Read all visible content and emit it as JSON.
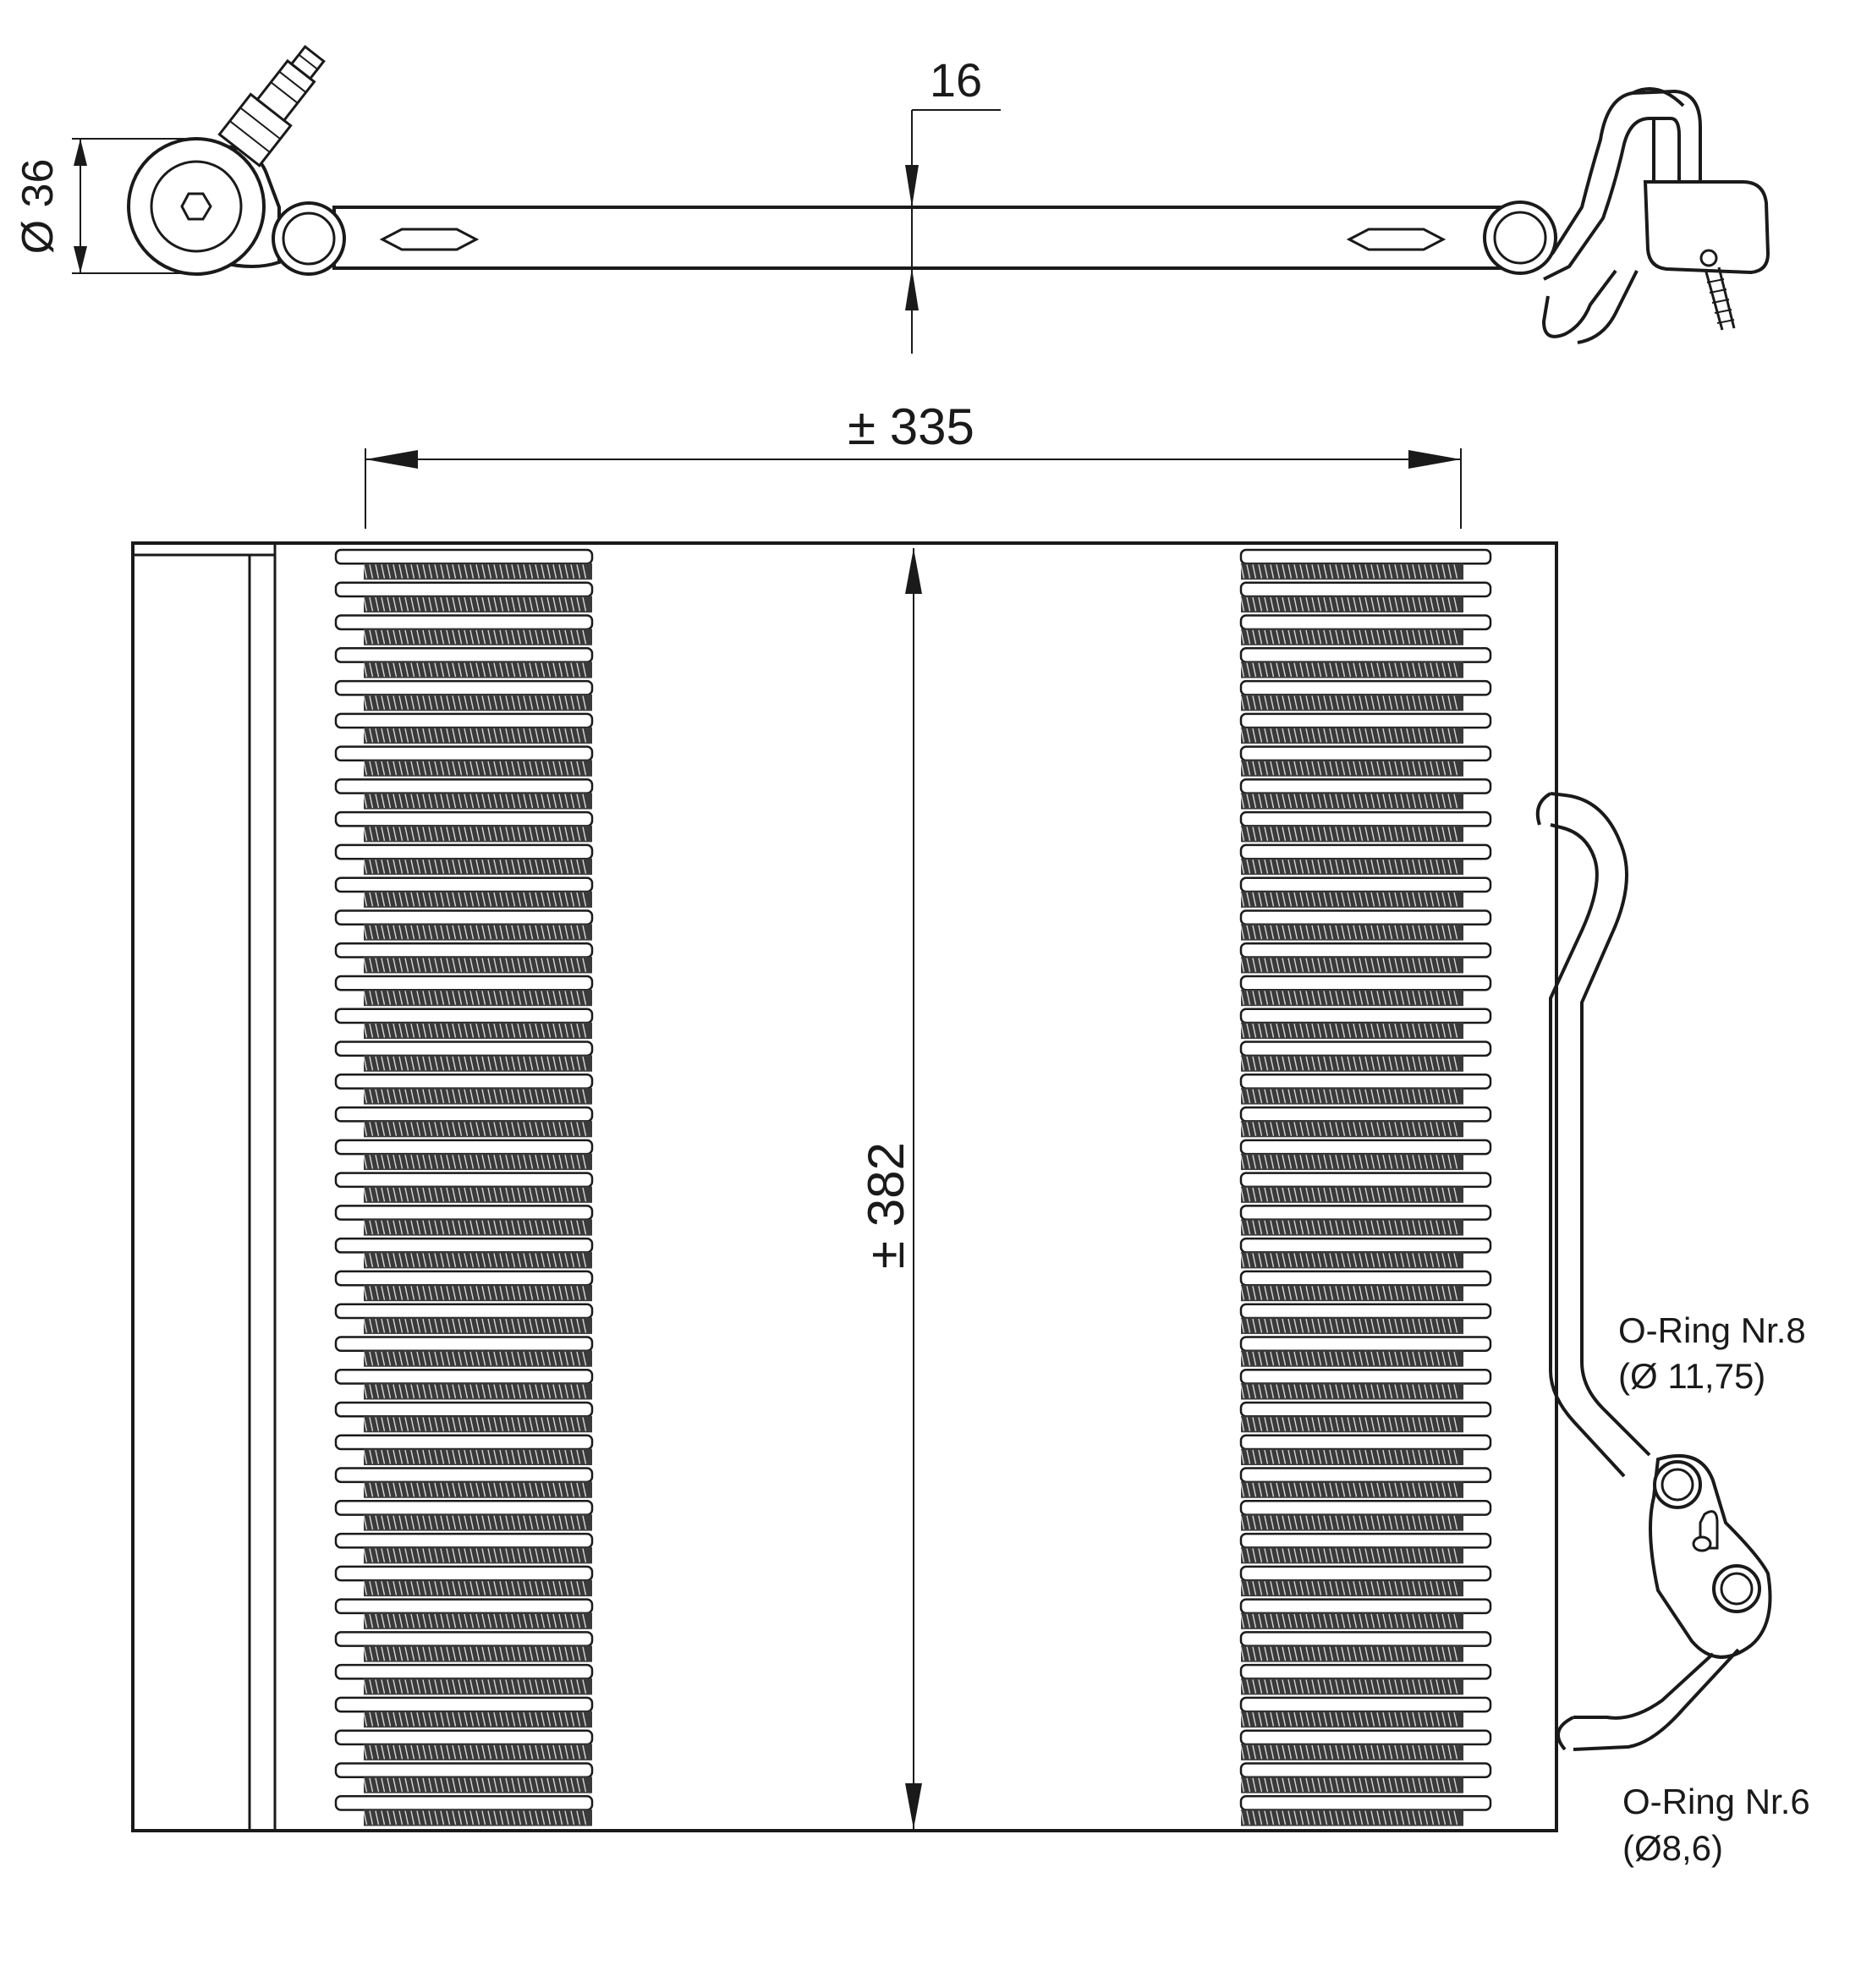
{
  "dimensions": {
    "diameter": "Ø 36",
    "thickness": "16",
    "width": "± 335",
    "height": "± 382"
  },
  "labels": {
    "oring_8_name": "O-Ring Nr.8",
    "oring_8_size": "(Ø 11,75)",
    "oring_6_name": "O-Ring Nr.6",
    "oring_6_size": "(Ø8,6)"
  },
  "colors": {
    "line": "#1a1a1a",
    "fin_fill": "#3a3a3a",
    "background": "#ffffff"
  }
}
